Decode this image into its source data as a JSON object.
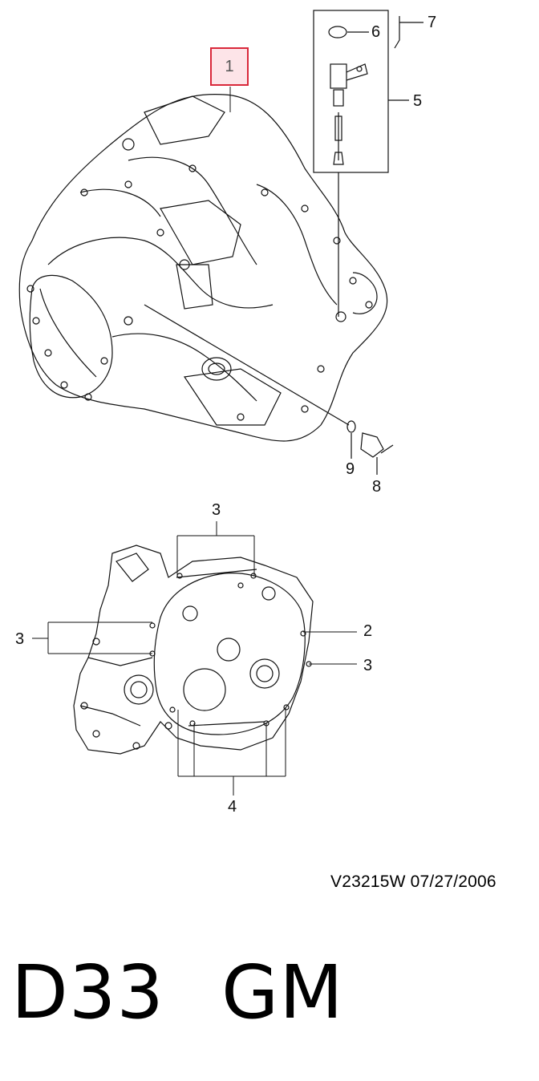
{
  "callouts": {
    "c1": "1",
    "c5": "5",
    "c6": "6",
    "c7": "7",
    "c8": "8",
    "c9": "9",
    "c3_top": "3",
    "c3_left": "3",
    "c3_right": "3",
    "c2": "2",
    "c4": "4"
  },
  "doc_id": "V23215W  07/27/2006",
  "footer": {
    "code": "D33",
    "brand": "GM"
  },
  "colors": {
    "highlight_fill": "#fde4e8",
    "highlight_border": "#d9283a",
    "line": "#111111"
  }
}
